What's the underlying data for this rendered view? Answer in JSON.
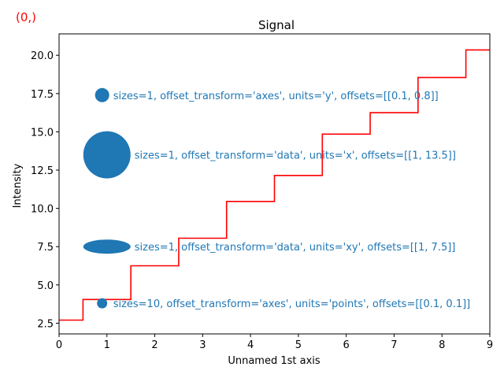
{
  "corner_label": "(0,)",
  "colors": {
    "step_line": "#ff0000",
    "marker": "#1f77b4",
    "annotation_text": "#1f77b4",
    "corner_text": "#ff0000"
  },
  "chart_data": {
    "type": "line",
    "title": "Signal",
    "xlabel": "Unnamed 1st axis",
    "ylabel": "Intensity",
    "xlim": [
      0,
      9
    ],
    "ylim": [
      1.8,
      21.4
    ],
    "xticks": [
      "0",
      "1",
      "2",
      "3",
      "4",
      "5",
      "6",
      "7",
      "8",
      "9"
    ],
    "yticks": [
      "2.5",
      "5.0",
      "7.5",
      "10.0",
      "12.5",
      "15.0",
      "17.5",
      "20.0"
    ],
    "grid": false,
    "series": [
      {
        "style": "steps-mid",
        "x": [
          0,
          1,
          2,
          3,
          4,
          5,
          6,
          7,
          8,
          9
        ],
        "y": [
          2.7,
          4.05,
          6.25,
          8.05,
          10.45,
          12.15,
          14.85,
          16.25,
          18.55,
          20.35
        ]
      }
    ],
    "markers": [
      {
        "x": 0.9,
        "y": 17.4,
        "shape": "circle",
        "label": "sizes=1, offset_transform='axes', units='y', offsets=[[0.1, 0.8]]"
      },
      {
        "x": 1.0,
        "y": 13.5,
        "shape": "circle",
        "label": "sizes=1, offset_transform='data', units='x', offsets=[[1, 13.5]]"
      },
      {
        "x": 1.0,
        "y": 7.5,
        "shape": "ellipse",
        "label": "sizes=1, offset_transform='data', units='xy', offsets=[[1, 7.5]]"
      },
      {
        "x": 0.9,
        "y": 3.8,
        "shape": "circle",
        "label": "sizes=10, offset_transform='axes', units='points', offsets=[[0.1, 0.1]]"
      }
    ]
  }
}
